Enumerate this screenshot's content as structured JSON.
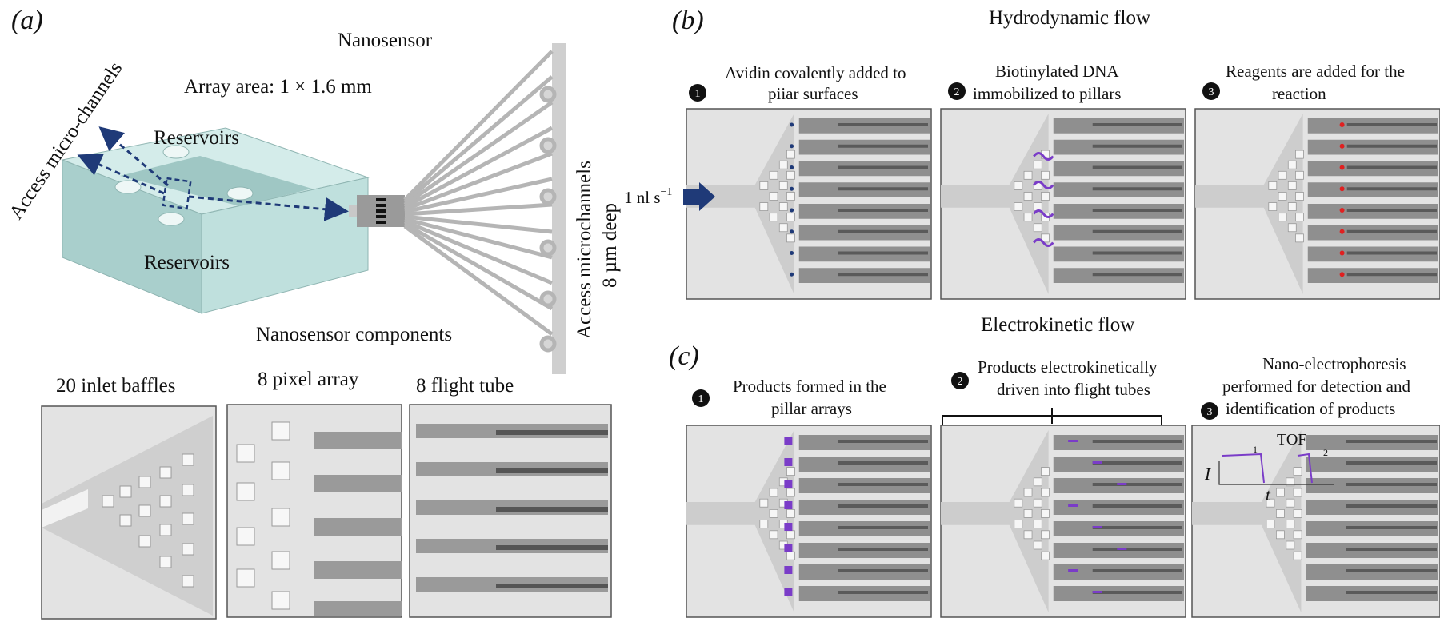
{
  "panels": {
    "a": "(a)",
    "b": "(b)",
    "c": "(c)"
  },
  "panel_a": {
    "nanosensor_title": "Nanosensor",
    "array_area": "Array area: 1 × 1.6 mm",
    "access_micro_channels": "Access micro-channels",
    "reservoirs_top": "Reservoirs",
    "reservoirs_bottom": "Reservoirs",
    "access_microchannels_line1": "Access microchannels",
    "access_microchannels_line2": "8 µm deep",
    "components_title": "Nanosensor components",
    "inlet_baffles": "20 inlet baffles",
    "pixel_array": "8 pixel array",
    "flight_tube": "8 flight tube"
  },
  "panel_b": {
    "title": "Hydrodynamic flow",
    "flow_rate": "1 nl s",
    "flow_rate_exp": "−1",
    "steps": [
      {
        "num": "1",
        "line1": "Avidin covalently added to",
        "line2": "piiar surfaces"
      },
      {
        "num": "2",
        "line1": "Biotinylated DNA",
        "line2": "immobilized to pillars"
      },
      {
        "num": "3",
        "line1": "Reagents are added for the",
        "line2": "reaction"
      }
    ]
  },
  "panel_c": {
    "title": "Electrokinetic flow",
    "steps": [
      {
        "num": "1",
        "line1": "Products formed in the",
        "line2": "pillar arrays",
        "line3": ""
      },
      {
        "num": "2",
        "line1": "Products electrokinetically",
        "line2": "driven into flight tubes",
        "line3": ""
      },
      {
        "num": "3",
        "line1": "Nano-electrophoresis",
        "line2": "performed for detection and",
        "line3": "identification of products"
      }
    ],
    "tof_label": "TOF",
    "tof_1": "1",
    "tof_2": "2",
    "axis_i": "I",
    "axis_t": "t"
  },
  "colors": {
    "chip": "#b7dcda",
    "arrow": "#1f3a78",
    "purple": "#7a3cc8",
    "red": "#e02020",
    "gray_bg": "#e3e3e3",
    "channel": "#8f8f8f"
  }
}
